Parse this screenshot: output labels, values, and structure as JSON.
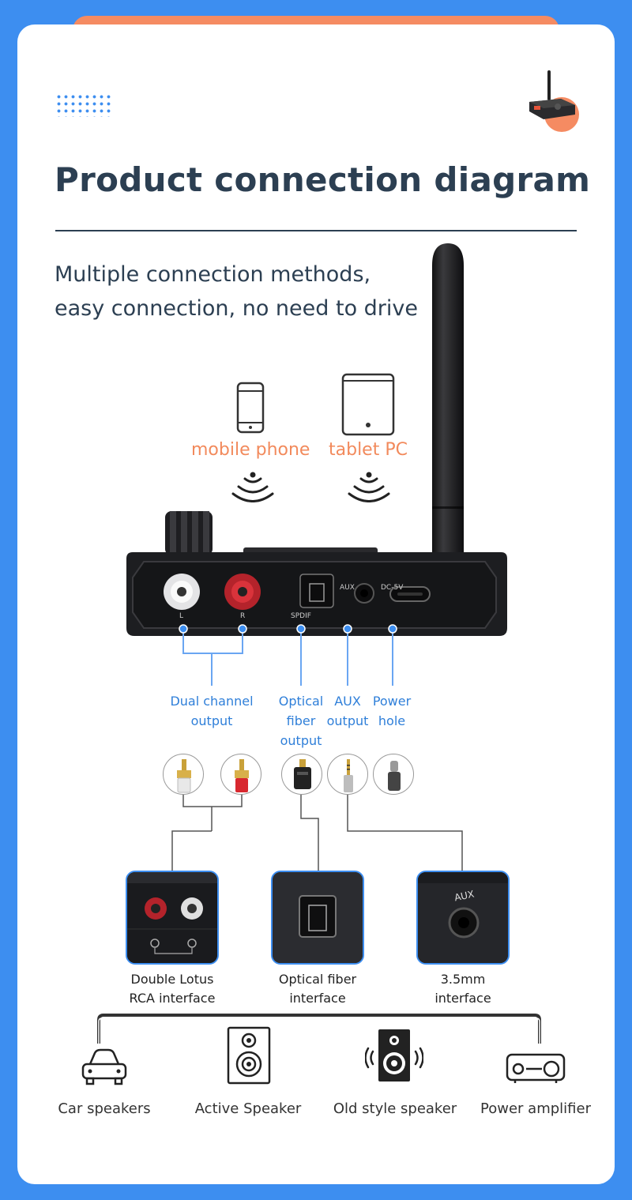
{
  "header": {
    "title": "Product connection diagram",
    "subtitle_line1": "Multiple connection methods,",
    "subtitle_line2": "easy connection, no need to drive"
  },
  "sources": [
    {
      "label": "mobile phone",
      "icon": "smartphone-icon"
    },
    {
      "label": "tablet PC",
      "icon": "tablet-icon"
    }
  ],
  "device": {
    "port_labels": {
      "left": "L",
      "right": "R",
      "spdif": "SPDIF",
      "aux": "AUX",
      "dc": "DC-5V"
    }
  },
  "ports": [
    {
      "line1": "Dual channel",
      "line2": "output",
      "line3": ""
    },
    {
      "line1": "Optical",
      "line2": "fiber",
      "line3": "output"
    },
    {
      "line1": "AUX",
      "line2": "output",
      "line3": ""
    },
    {
      "line1": "Power",
      "line2": "hole",
      "line3": ""
    }
  ],
  "interfaces": [
    {
      "line1": "Double Lotus",
      "line2": "RCA interface"
    },
    {
      "line1": "Optical fiber",
      "line2": "interface"
    },
    {
      "line1": "3.5mm",
      "line2": "interface",
      "jack_label": "AUX"
    }
  ],
  "outputs": [
    {
      "label": "Car speakers",
      "icon": "car-icon"
    },
    {
      "label": "Active Speaker",
      "icon": "speaker-icon"
    },
    {
      "label": "Old style speaker",
      "icon": "sound-speaker-icon"
    },
    {
      "label": "Power amplifier",
      "icon": "amplifier-icon"
    }
  ],
  "colors": {
    "accent": "#3d8ef0",
    "orange": "#f28a5c",
    "dark_text": "#2c3f52",
    "label_blue": "#2f7fd9"
  }
}
